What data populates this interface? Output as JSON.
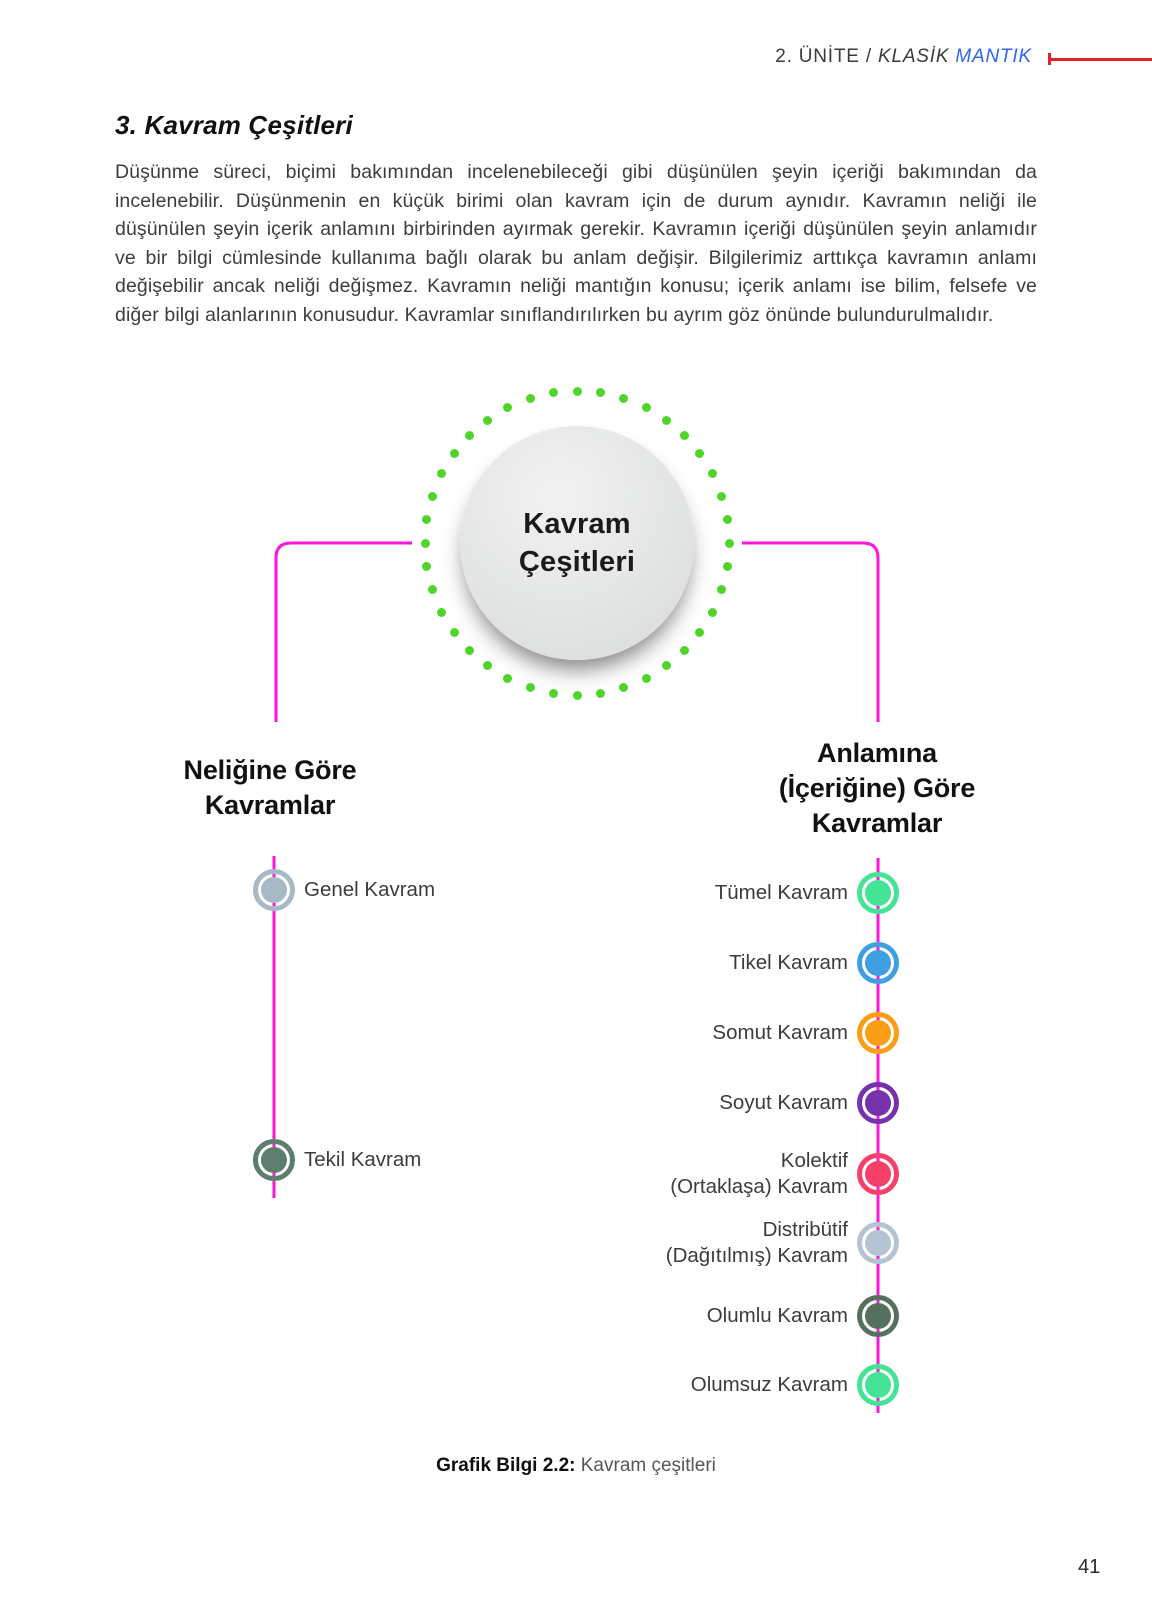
{
  "colors": {
    "accent_blue": "#2d66ee",
    "rule_red": "#e42328",
    "connector_magenta": "#ff16d8",
    "dot_green": "#4fd429"
  },
  "header": {
    "unit_label": "2. ÜNİTE / ",
    "course_prefix": "KLASİK ",
    "course_highlight": "MANTIK"
  },
  "section": {
    "title": "3. Kavram Çeşitleri",
    "paragraph": "Düşünme süreci, biçimi bakımından incelenebileceği gibi düşünülen şeyin içeriği bakımından da incelenebilir. Düşünmenin en küçük birimi olan kavram için de durum aynıdır. Kavramın neliği ile düşünülen şeyin içerik anlamını birbirinden ayırmak gerekir. Kavramın içeriği düşünülen şeyin anlamıdır ve bir bilgi cümlesinde kullanıma bağlı olarak bu anlam değişir. Bilgilerimiz arttıkça kavramın anlamı değişebilir ancak neliği değişmez. Kavramın neliği mantığın konusu; içerik anlamı ise bilim, felsefe ve diğer bilgi alanlarının konusudur. Kavramlar sınıflandırılırken bu ayrım göz önünde bulundurulmalıdır."
  },
  "diagram": {
    "center_label": "Kavram\nÇeşitleri",
    "left_branch": {
      "title": "Neliğine Göre\nKavramlar",
      "items": [
        {
          "label": "Genel Kavram",
          "color": "#a7b9c5"
        },
        {
          "label": "Tekil Kavram",
          "color": "#5b7e6d"
        }
      ]
    },
    "right_branch": {
      "title": "Anlamına\n(İçeriğine) Göre\nKavramlar",
      "items": [
        {
          "label": "Tümel Kavram",
          "color": "#45e395"
        },
        {
          "label": "Tikel Kavram",
          "color": "#3f9fe0"
        },
        {
          "label": "Somut Kavram",
          "color": "#f99e15"
        },
        {
          "label": "Soyut Kavram",
          "color": "#7631ad"
        },
        {
          "label": "Kolektif\n(Ortaklaşa) Kavram",
          "color": "#f74069"
        },
        {
          "label": "Distribütif\n(Dağıtılmış) Kavram",
          "color": "#b4c3d1"
        },
        {
          "label": "Olumlu Kavram",
          "color": "#56705f"
        },
        {
          "label": "Olumsuz Kavram",
          "color": "#45e395"
        }
      ]
    }
  },
  "caption": {
    "label": "Grafik Bilgi 2.2:",
    "text": " Kavram çeşitleri"
  },
  "page_number": "41"
}
